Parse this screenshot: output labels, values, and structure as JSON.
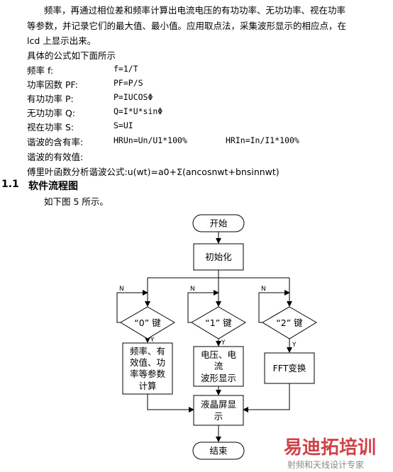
{
  "paragraph": {
    "line1": "频率，再通过相位差和频率计算出电流电压的有功功率、无功功率、视在功率",
    "line2": "等参数，并记录它们的最大值、最小值。应用取点法，采集波形显示的相应点，在",
    "line3": "lcd 上显示出来。"
  },
  "formulas_intro": "具体的公式如下面所示",
  "formulas": [
    {
      "label": "频率 f:",
      "expr": "f=1/T"
    },
    {
      "label": "功率因数 PF:",
      "expr": "PF=P/S"
    },
    {
      "label": "有功功率 P:",
      "expr": "P=IUCOSΦ"
    },
    {
      "label": "无功功率 Q:",
      "expr": "Q=I*U*sinΦ"
    },
    {
      "label": "视在功率 S:",
      "expr": "S=UI"
    }
  ],
  "harmonic": {
    "label": "谐波的含有率:",
    "expr_u": "HRUn=Un/U1*100%",
    "expr_i": "HRIn=In/I1*100%"
  },
  "rms_label": "谐波的有效值:",
  "fourier": "傅里叶函数分析谐波公式:u(wt)=a0+Σ(ancosnwt+bnsinnwt)",
  "section": {
    "number": "1.1",
    "title": "软件流程图"
  },
  "figure_ref": "如下图 5 所示。",
  "flowchart": {
    "start": "开始",
    "init": "初始化",
    "key0": "“0” 键",
    "key1": "“1” 键",
    "key2": "“2” 键",
    "no_label": "N",
    "yes_label": "Y",
    "proc0": [
      "频率、有",
      "效值、功",
      "率等参数",
      "计算"
    ],
    "proc1": [
      "电压、电",
      "流",
      "波形显示"
    ],
    "proc2": "FFT变换",
    "lcd": [
      "液晶屏显",
      "示"
    ],
    "end": "结束"
  },
  "watermark": {
    "main": "易迪拓培训",
    "sub": "射频和天线设计专家"
  }
}
